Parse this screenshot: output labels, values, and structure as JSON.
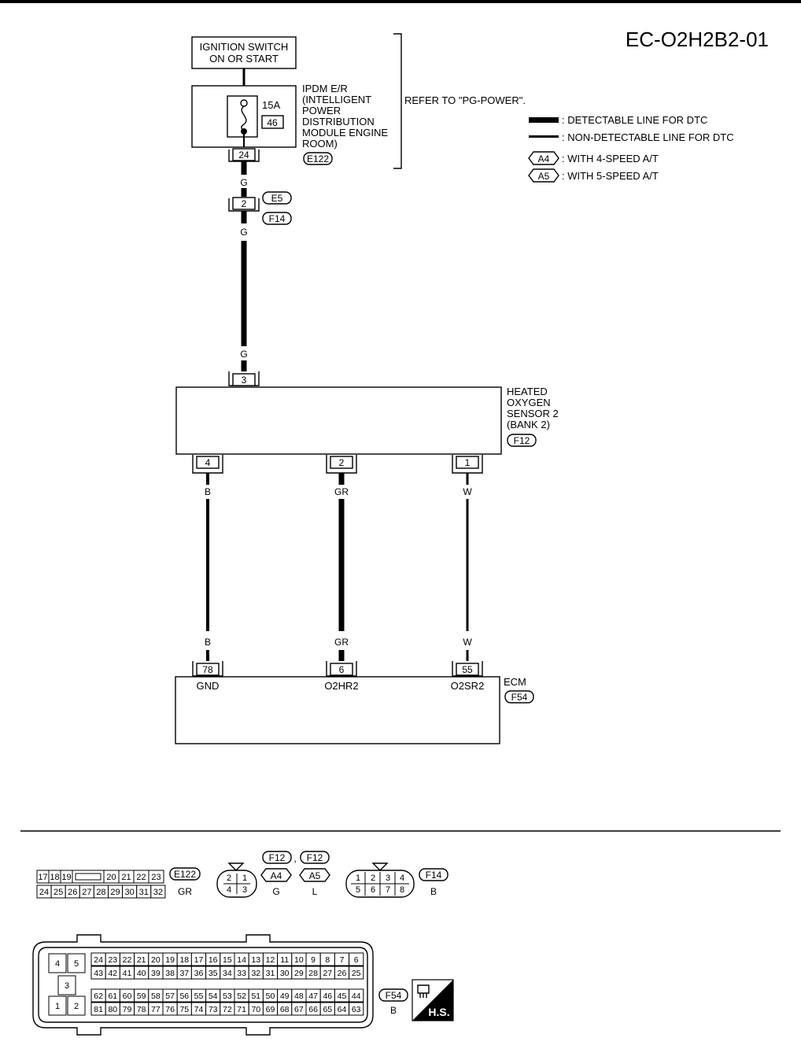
{
  "page_code": "EC-O2H2B2-01",
  "legend": {
    "detectable": ": DETECTABLE LINE FOR DTC",
    "non_detectable": ": NON-DETECTABLE LINE FOR DTC",
    "a4_tag": "A4",
    "a4_text": ": WITH 4-SPEED A/T",
    "a5_tag": "A5",
    "a5_text": ": WITH 5-SPEED A/T"
  },
  "ignition": {
    "line1": "IGNITION SWITCH",
    "line2": "ON OR START"
  },
  "ipdm": {
    "lines": [
      "IPDM E/R",
      "(INTELLIGENT",
      "POWER",
      "DISTRIBUTION",
      "MODULE ENGINE",
      "ROOM)"
    ],
    "fuse_amp": "15A",
    "fuse_no": "46",
    "terminal": "24",
    "connector": "E122",
    "refer": "REFER TO \"PG-POWER\"."
  },
  "joint": {
    "terminal": "2",
    "conn_top": "E5",
    "conn_bottom": "F14"
  },
  "wire_colors": {
    "g": "G",
    "b": "B",
    "gr": "GR",
    "w": "W"
  },
  "sensor": {
    "lines": [
      "HEATED",
      "OXYGEN",
      "SENSOR 2",
      "(BANK 2)"
    ],
    "connector": "F12",
    "pin_in": "3",
    "pin_left": "4",
    "pin_mid": "2",
    "pin_right": "1"
  },
  "ecm": {
    "name": "ECM",
    "connector": "F54",
    "pin_left": "78",
    "label_left": "GND",
    "pin_mid": "6",
    "label_mid": "O2HR2",
    "pin_right": "55",
    "label_right": "O2SR2"
  },
  "connectors": {
    "e122": {
      "id": "E122",
      "color": "GR",
      "row1": [
        "17",
        "18",
        "19",
        "",
        "20",
        "21",
        "22",
        "23"
      ],
      "row2": [
        "24",
        "25",
        "26",
        "27",
        "28",
        "29",
        "30",
        "31",
        "32"
      ]
    },
    "f12": {
      "id1": "F12",
      "comma": ",",
      "id2": "F12",
      "tag_a4": "A4",
      "tag_a5": "A5",
      "color_a4": "G",
      "color_a5": "L",
      "pins": [
        "2",
        "1",
        "4",
        "3"
      ]
    },
    "f14": {
      "id": "F14",
      "color": "B",
      "pins": [
        "1",
        "2",
        "3",
        "4",
        "5",
        "6",
        "7",
        "8"
      ]
    },
    "f54": {
      "id": "F54",
      "color": "B",
      "left_pins": [
        "4",
        "5",
        "3",
        "1",
        "2"
      ],
      "row1": [
        "24",
        "23",
        "22",
        "21",
        "20",
        "19",
        "18",
        "17",
        "16",
        "15",
        "14",
        "13",
        "12",
        "11",
        "10",
        "9",
        "8",
        "7",
        "6"
      ],
      "row2": [
        "43",
        "42",
        "41",
        "40",
        "39",
        "38",
        "37",
        "36",
        "35",
        "34",
        "33",
        "32",
        "31",
        "30",
        "29",
        "28",
        "27",
        "26",
        "25"
      ],
      "row3": [
        "62",
        "61",
        "60",
        "59",
        "58",
        "57",
        "56",
        "55",
        "54",
        "53",
        "52",
        "51",
        "50",
        "49",
        "48",
        "47",
        "46",
        "45",
        "44"
      ],
      "row4": [
        "81",
        "80",
        "79",
        "78",
        "77",
        "76",
        "75",
        "74",
        "73",
        "72",
        "71",
        "70",
        "69",
        "68",
        "67",
        "66",
        "65",
        "64",
        "63"
      ]
    },
    "hs_label": "H.S."
  }
}
